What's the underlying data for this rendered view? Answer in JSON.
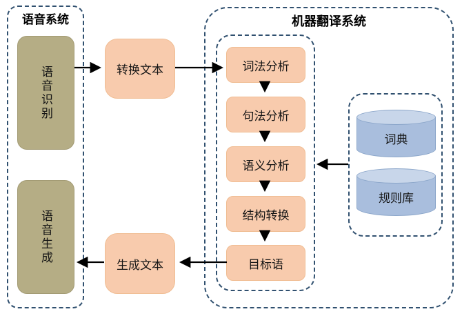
{
  "diagram": {
    "speech_system": {
      "title": "语音系统",
      "recognition_label": "语音识别",
      "generation_label": "语音生成"
    },
    "text_nodes": {
      "convert_label": "转换文本",
      "generate_label": "生成文本"
    },
    "mt_system": {
      "title": "机器翻译系统",
      "pipeline": [
        "词法分析",
        "句法分析",
        "语义分析",
        "结构转换",
        "目标语"
      ],
      "databases": [
        "词典",
        "规则库"
      ]
    },
    "connections": [
      {
        "from": "语音识别",
        "to": "转换文本"
      },
      {
        "from": "转换文本",
        "to": "词法分析"
      },
      {
        "from": "词法分析",
        "to": "句法分析"
      },
      {
        "from": "句法分析",
        "to": "语义分析"
      },
      {
        "from": "语义分析",
        "to": "结构转换"
      },
      {
        "from": "结构转换",
        "to": "目标语"
      },
      {
        "from": "词典/规则库",
        "to": "语义分析"
      },
      {
        "from": "目标语",
        "to": "生成文本"
      },
      {
        "from": "生成文本",
        "to": "语音生成"
      }
    ],
    "colors": {
      "dashed_border": "#30506f",
      "process_fill": "#f8cbad",
      "speech_fill": "#b5ad85",
      "database_fill": "#a9bedd",
      "database_top": "#c8d6ea",
      "arrow": "#000000",
      "background": "#ffffff"
    }
  }
}
